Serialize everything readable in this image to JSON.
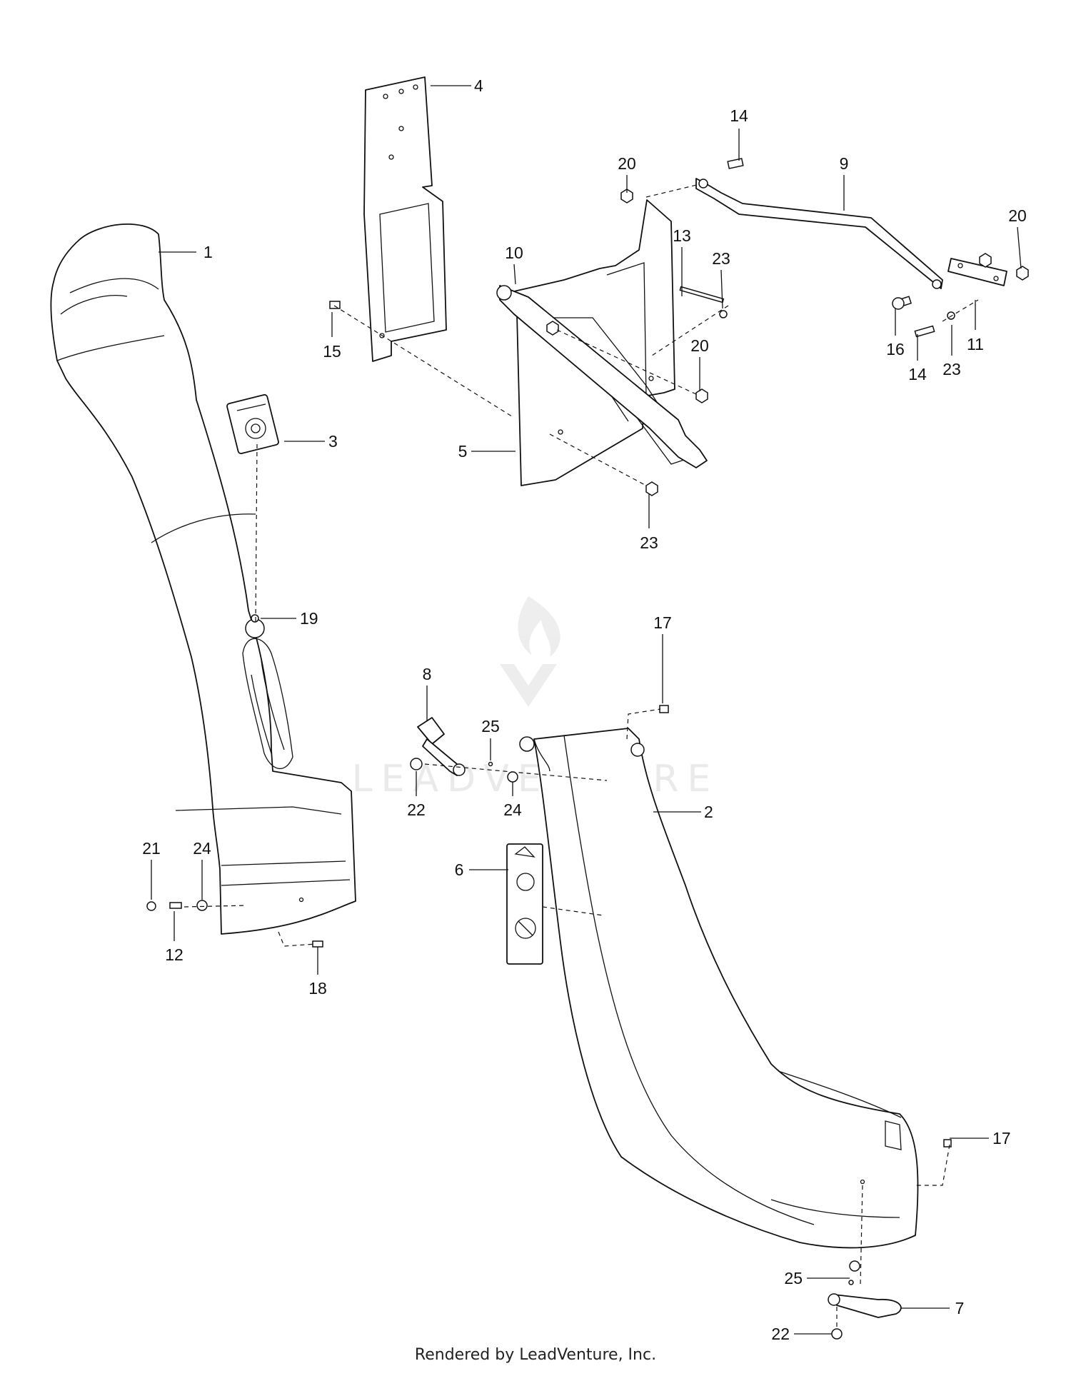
{
  "watermark": {
    "text": "LEADVENTURE"
  },
  "footer": {
    "text": "Rendered by LeadVenture, Inc."
  },
  "callouts": [
    {
      "id": "c1",
      "label": "1"
    },
    {
      "id": "c2",
      "label": "2"
    },
    {
      "id": "c3",
      "label": "3"
    },
    {
      "id": "c4",
      "label": "4"
    },
    {
      "id": "c5",
      "label": "5"
    },
    {
      "id": "c6",
      "label": "6"
    },
    {
      "id": "c7",
      "label": "7"
    },
    {
      "id": "c8",
      "label": "8"
    },
    {
      "id": "c9",
      "label": "9"
    },
    {
      "id": "c10",
      "label": "10"
    },
    {
      "id": "c11",
      "label": "11"
    },
    {
      "id": "c12",
      "label": "12"
    },
    {
      "id": "c13",
      "label": "13"
    },
    {
      "id": "c14a",
      "label": "14"
    },
    {
      "id": "c14b",
      "label": "14"
    },
    {
      "id": "c15",
      "label": "15"
    },
    {
      "id": "c16",
      "label": "16"
    },
    {
      "id": "c17a",
      "label": "17"
    },
    {
      "id": "c17b",
      "label": "17"
    },
    {
      "id": "c18",
      "label": "18"
    },
    {
      "id": "c19",
      "label": "19"
    },
    {
      "id": "c20a",
      "label": "20"
    },
    {
      "id": "c20b",
      "label": "20"
    },
    {
      "id": "c20c",
      "label": "20"
    },
    {
      "id": "c21",
      "label": "21"
    },
    {
      "id": "c22a",
      "label": "22"
    },
    {
      "id": "c22b",
      "label": "22"
    },
    {
      "id": "c23a",
      "label": "23"
    },
    {
      "id": "c23b",
      "label": "23"
    },
    {
      "id": "c23c",
      "label": "23"
    },
    {
      "id": "c24a",
      "label": "24"
    },
    {
      "id": "c24b",
      "label": "24"
    },
    {
      "id": "c25a",
      "label": "25"
    },
    {
      "id": "c25b",
      "label": "25"
    }
  ]
}
